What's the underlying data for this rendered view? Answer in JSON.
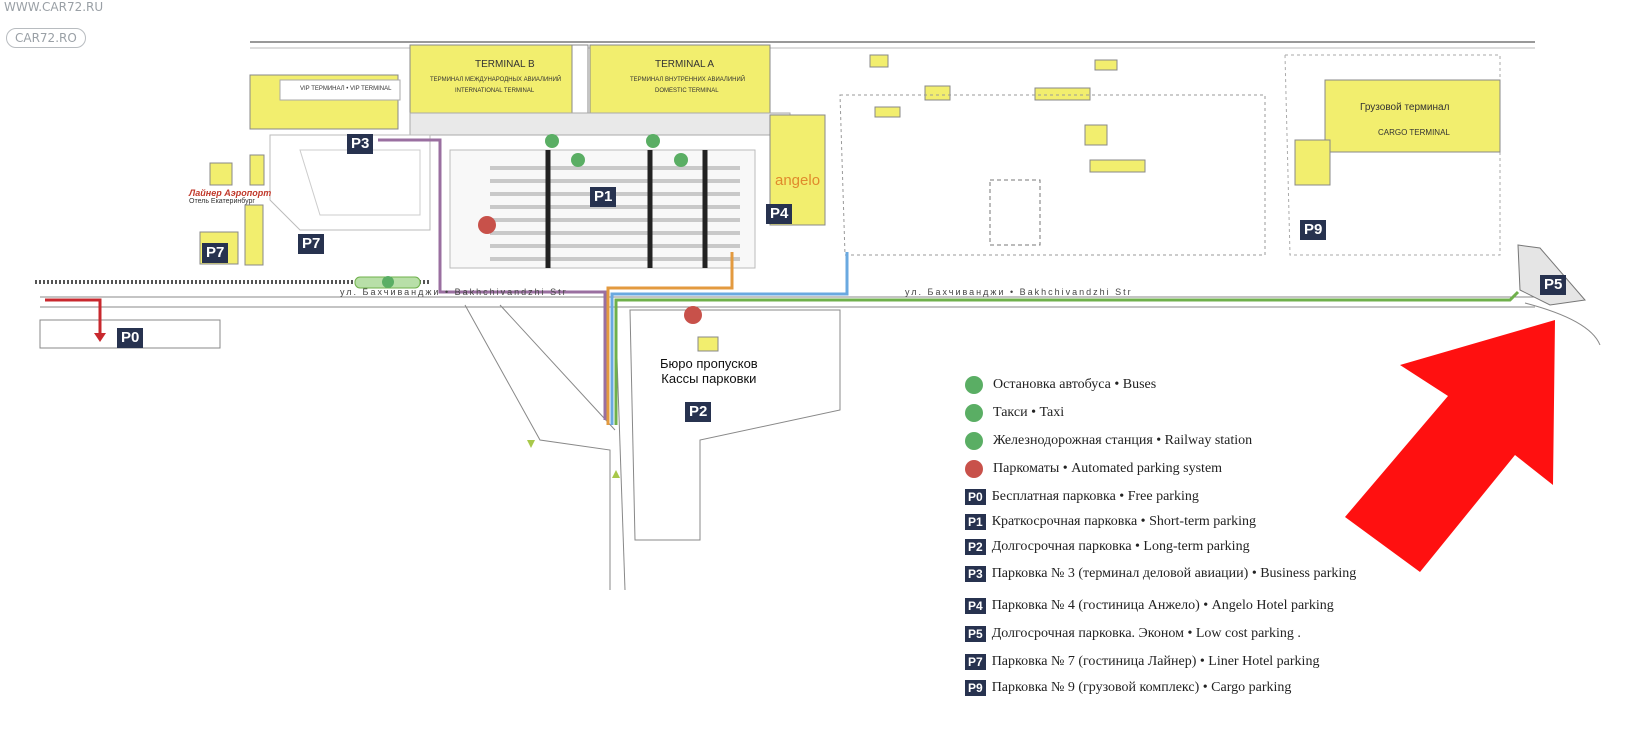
{
  "watermark": {
    "line1": "WWW.CAR72.RU",
    "line2": "CAR72.RO"
  },
  "terminals": {
    "terminal_b": "TERMINAL B",
    "terminal_b_ru": "ТЕРМИНАЛ МЕЖДУНАРОДНЫХ АВИАЛИНИЙ",
    "terminal_b_en": "INTERNATIONAL TERMINAL",
    "terminal_a": "TERMINAL A",
    "terminal_a_ru": "ТЕРМИНАЛ ВНУТРЕННИХ АВИАЛИНИЙ",
    "terminal_a_en": "DOMESTIC TERMINAL",
    "vip": "VIP ТЕРМИНАЛ • VIP TERMINAL",
    "cargo_ru": "Грузовой терминал",
    "cargo_en": "CARGO TERMINAL"
  },
  "hotels": {
    "liner": "Лайнер Аэропорт",
    "liner_sub": "Отель Екатеринбург",
    "angelo": "angelo"
  },
  "street": "ул. Бахчиванджи • Bakhchivandzhi Str",
  "bureau": {
    "line1": "Бюро пропусков",
    "line2": "Кассы парковки"
  },
  "parking_labels": {
    "p0": "P0",
    "p1": "P1",
    "p2": "P2",
    "p3": "P3",
    "p4": "P4",
    "p5": "P5",
    "p7": "P7",
    "p9": "P9"
  },
  "legend": {
    "buses": "Остановка автобуса • Buses",
    "taxi": "Такси • Taxi",
    "railway": "Железнодорожная станция • Railway station",
    "automated": "Паркоматы • Automated parking system",
    "p0": {
      "code": "P0",
      "text": "Бесплатная парковка • Free parking"
    },
    "p1": {
      "code": "P1",
      "text": "Краткосрочная парковка • Short-term parking"
    },
    "p2": {
      "code": "P2",
      "text": "Долгосрочная парковка • Long-term parking"
    },
    "p3": {
      "code": "P3",
      "text": "Парковка № 3 (терминал деловой авиации) • Business parking"
    },
    "p4": {
      "code": "P4",
      "text": "Парковка № 4 (гостиница Анжело) • Angelo Hotel parking"
    },
    "p5": {
      "code": "P5",
      "text": "Долгосрочная парковка. Эконом • Low cost parking ."
    },
    "p7": {
      "code": "P7",
      "text": "Парковка № 7 (гостиница Лайнер) • Liner Hotel parking"
    },
    "p9": {
      "code": "P9",
      "text": "Парковка № 9 (грузовой комплекс) • Cargo parking"
    }
  },
  "colors": {
    "building_yellow": "#f2ee6e",
    "parking_navy": "#27324f",
    "route_green": "#6fb04b",
    "route_blue": "#6aa9e0",
    "route_purple": "#9a6fa0",
    "route_orange": "#e39a3f",
    "route_red": "#c8282e",
    "arrow_red": "#ff1010",
    "icon_green": "#5aae64",
    "icon_red": "#c8514a"
  },
  "icons": [
    "bus-icon",
    "taxi-icon",
    "train-icon",
    "parking-machine-icon",
    "big-red-arrow-icon"
  ]
}
